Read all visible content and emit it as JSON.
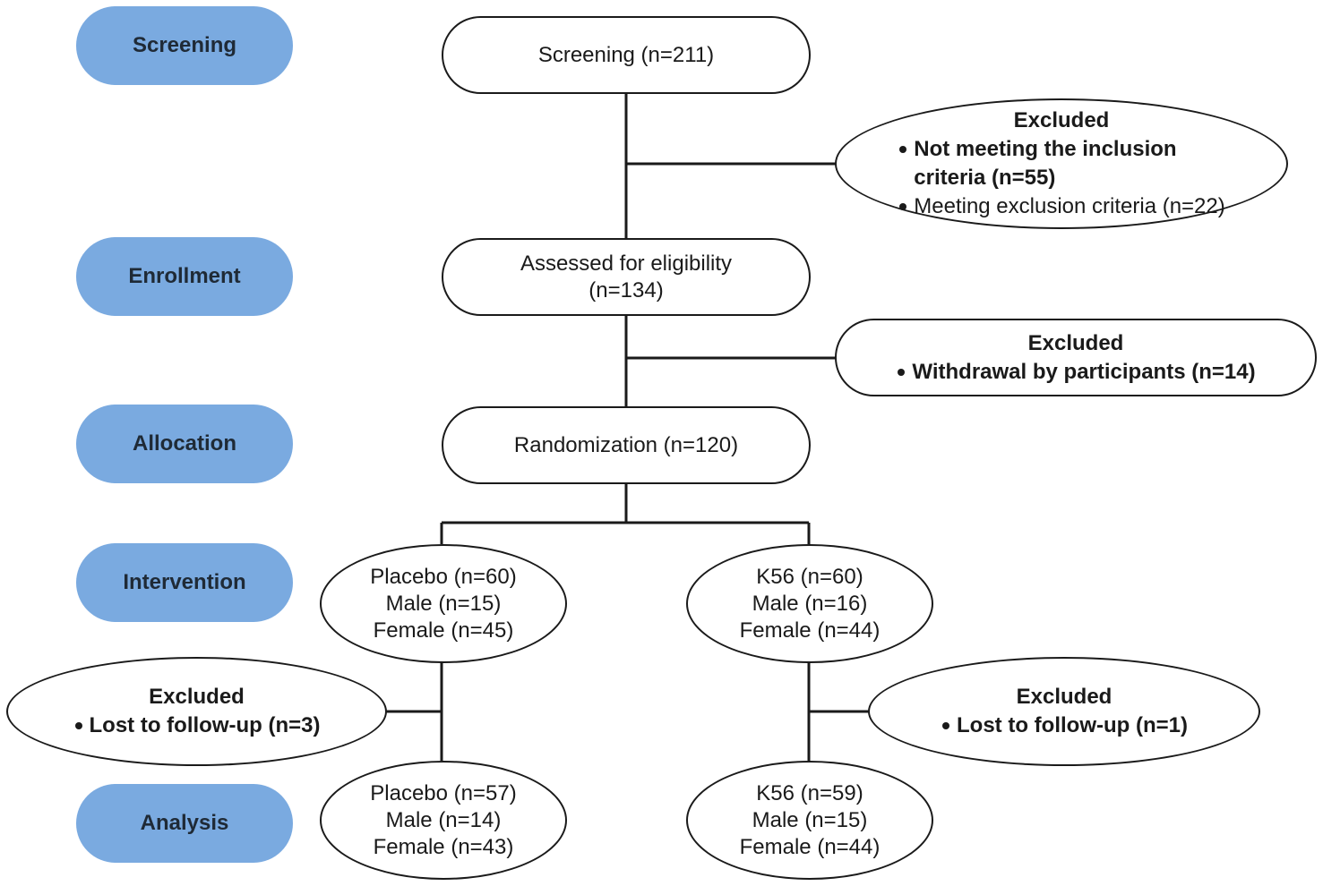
{
  "stages": [
    "Screening",
    "Enrollment",
    "Allocation",
    "Intervention",
    "Analysis"
  ],
  "screening": "Screening (n=211)",
  "eligibility": [
    "Assessed for eligibility",
    "(n=134)"
  ],
  "randomization": "Randomization (n=120)",
  "exclusion_1": {
    "title": "Excluded",
    "items": [
      "Not meeting the inclusion criteria (n=55)",
      "Meeting exclusion criteria (n=22)"
    ]
  },
  "exclusion_2": {
    "title": "Excluded",
    "items": [
      "Withdrawal by participants (n=14)"
    ]
  },
  "placebo_intervention": [
    "Placebo (n=60)",
    "Male (n=15)",
    "Female (n=45)"
  ],
  "k56_intervention": [
    "K56 (n=60)",
    "Male (n=16)",
    "Female (n=44)"
  ],
  "placebo_exclusion": {
    "title": "Excluded",
    "items": [
      "Lost to follow-up (n=3)"
    ]
  },
  "k56_exclusion": {
    "title": "Excluded",
    "items": [
      "Lost to follow-up (n=1)"
    ]
  },
  "placebo_analysis": [
    "Placebo (n=57)",
    "Male (n=14)",
    "Female (n=43)"
  ],
  "k56_analysis": [
    "K56 (n=59)",
    "Male (n=15)",
    "Female (n=44)"
  ],
  "colors": {
    "stage_fill": "#7aaae0",
    "line": "#1a1a1a"
  }
}
